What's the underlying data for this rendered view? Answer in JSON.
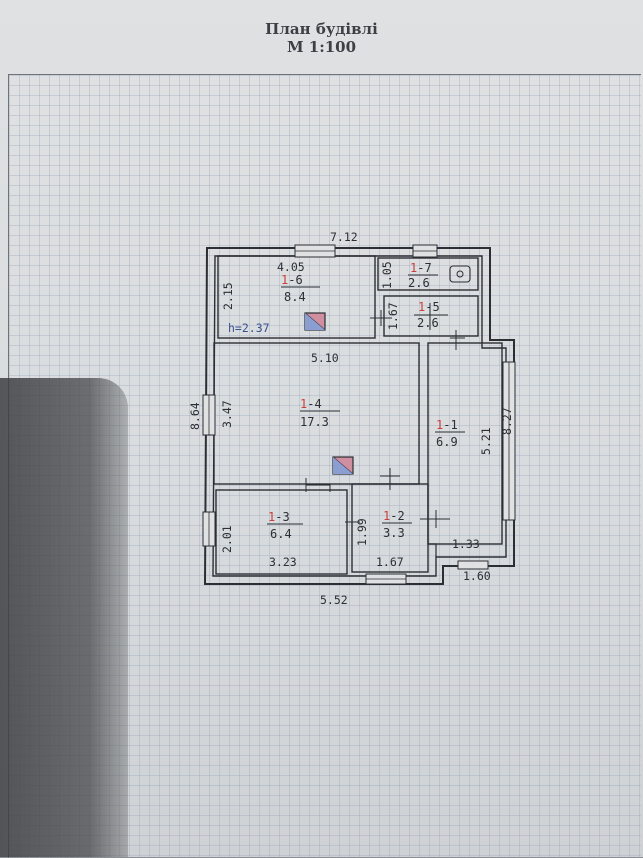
{
  "header": {
    "title": "План будівлі",
    "scale": "М 1:100"
  },
  "rooms": [
    {
      "num": "1",
      "suffix": "-6",
      "area": "8.4"
    },
    {
      "num": "1",
      "suffix": "-7",
      "area": "2.6"
    },
    {
      "num": "1",
      "suffix": "-5",
      "area": "2.6"
    },
    {
      "num": "1",
      "suffix": "-4",
      "area": "17.3"
    },
    {
      "num": "1",
      "suffix": "-1",
      "area": "6.9"
    },
    {
      "num": "1",
      "suffix": "-3",
      "area": "6.4"
    },
    {
      "num": "1",
      "suffix": "-2",
      "area": "3.3"
    }
  ],
  "dimensions": {
    "top_width": "7.12",
    "room6_width": "4.05",
    "room6_depth": "2.15",
    "ceiling_height": "h=2.37",
    "room7_depth": "1.05",
    "room5_depth": "1.67",
    "room4_width": "5.10",
    "room4_depth": "3.47",
    "left_total": "8.64",
    "right_total": "8.27",
    "room1_length": "5.21",
    "room3_depth": "2.01",
    "room3_width": "3.23",
    "room2_depth": "1.99",
    "room2_width": "1.67",
    "room1_width": "1.33",
    "bottom_right": "1.60",
    "bottom_width": "5.52"
  },
  "colors": {
    "accent": "#c8403c",
    "ink": "#2b2e33"
  }
}
